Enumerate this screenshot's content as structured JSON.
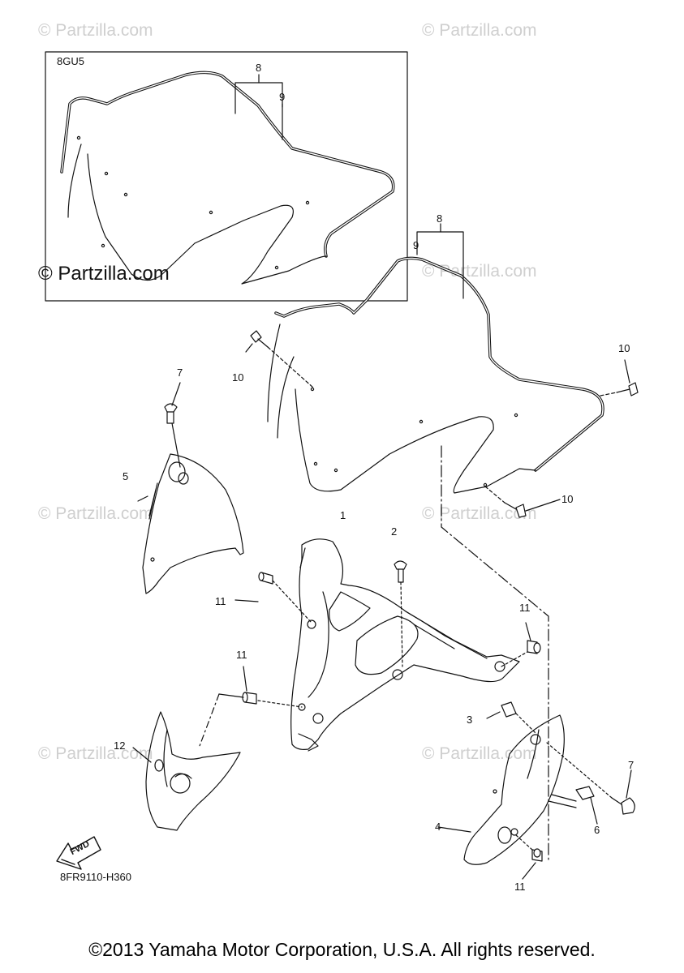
{
  "watermark": "© Partzilla.com",
  "brand_watermark": "© Partzilla.com",
  "inset_code": "8GU5",
  "fwd_label": "FWD",
  "diagram_code": "8FR9110-H360",
  "copyright": "©2013 Yamaha Motor Corporation, U.S.A. All rights reserved.",
  "callouts": [
    "8",
    "9",
    "8",
    "9",
    "10",
    "10",
    "10",
    "7",
    "5",
    "1",
    "2",
    "11",
    "11",
    "11",
    "3",
    "12",
    "7",
    "4",
    "6",
    "11"
  ]
}
